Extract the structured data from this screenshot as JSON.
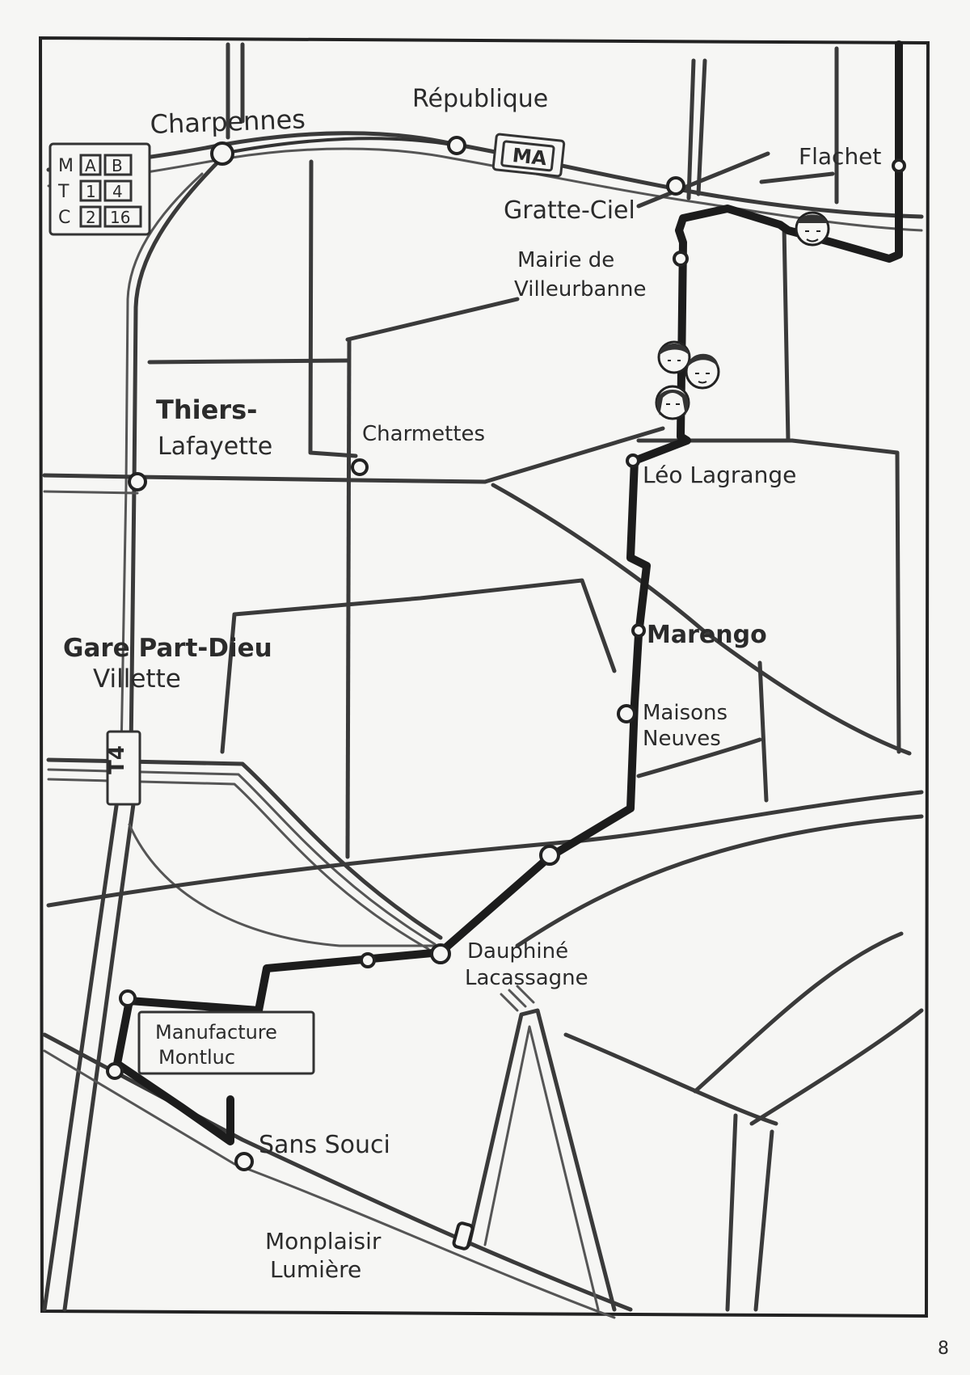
{
  "legend": {
    "rows": [
      {
        "letter": "M",
        "codes": [
          "A",
          "B"
        ]
      },
      {
        "letter": "T",
        "codes": [
          "1",
          "4"
        ]
      },
      {
        "letter": "C",
        "codes": [
          "2",
          "16"
        ]
      }
    ]
  },
  "stations": {
    "charpennes": "Charpennes",
    "republique": "République",
    "gratte_ciel": "Gratte-Ciel",
    "flachet": "Flachet",
    "mairie_line1": "Mairie de",
    "mairie_line2": "Villeurbanne",
    "thiers_line1": "Thiers-",
    "thiers_line2": "Lafayette",
    "charmettes": "Charmettes",
    "leo_lagrange": "Léo Lagrange",
    "gare_line1": "Gare Part-Dieu",
    "gare_line2": "Villette",
    "marengo": "Marengo",
    "maisons_line1": "Maisons",
    "maisons_line2": "Neuves",
    "dauphine_line1": "Dauphiné",
    "dauphine_line2": "Lacassagne",
    "manufacture_line1": "Manufacture",
    "manufacture_line2": "Montluc",
    "sans_souci": "Sans Souci",
    "monplaisir_line1": "Monplaisir",
    "monplaisir_line2": "Lumière"
  },
  "signs": {
    "metro_a": "MA",
    "tram_t4": "T4"
  },
  "page_number": "8"
}
